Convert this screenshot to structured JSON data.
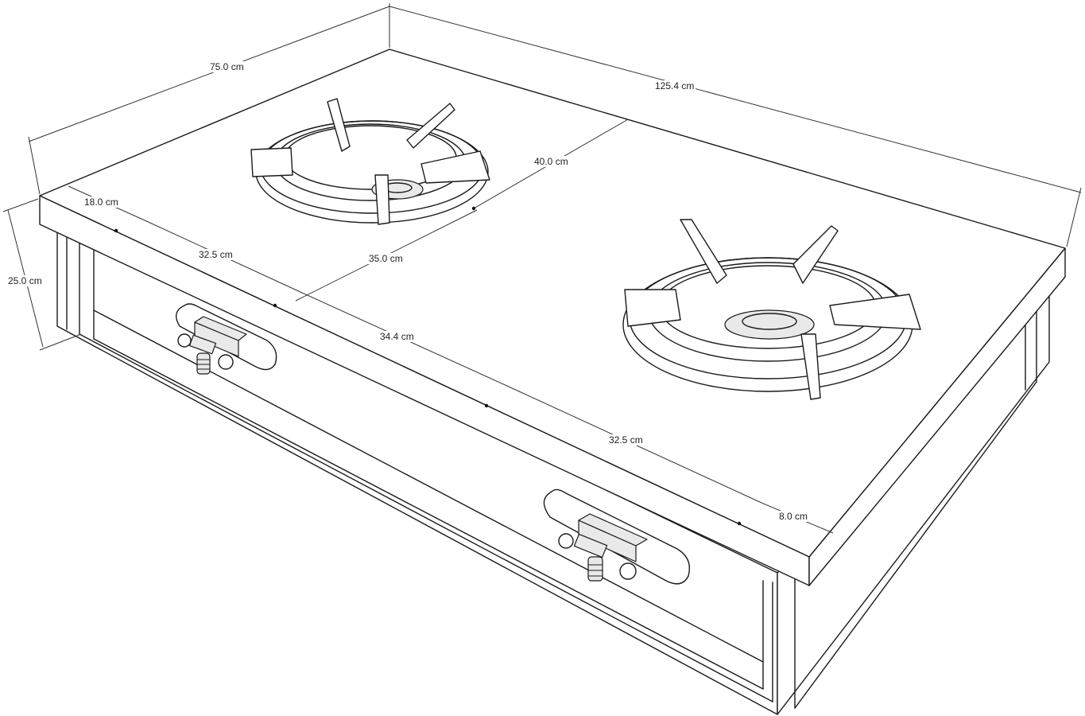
{
  "dimensions": {
    "depth": "75.0 cm",
    "width": "125.4 cm",
    "height": "25.0 cm",
    "burner_back_offset": "40.0 cm",
    "burner_spacing": "35.0 cm",
    "left_edge_offset": "18.0 cm",
    "left_burner_span": "32.5 cm",
    "burner_gap": "34.4 cm",
    "right_burner_span": "32.5 cm",
    "right_edge_offset": "8.0 cm"
  }
}
